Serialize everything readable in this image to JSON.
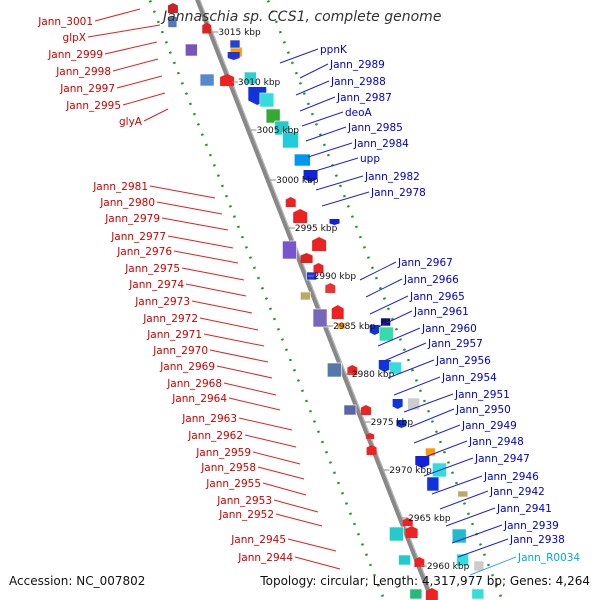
{
  "title": "Jannaschia sp. CCS1, complete genome",
  "footer": {
    "accession_label": "Accession:",
    "accession": "NC_007802",
    "topology_label": "Topology:",
    "topology": "circular",
    "length_label": "Length:",
    "length": "4,317,977 bp",
    "genes_label": "Genes:",
    "genes": "4,264"
  },
  "colors": {
    "red_label": "#cc0000",
    "blue_label": "#0000cc",
    "cyan_label": "#00aadd",
    "backbone": "#888888",
    "ruler_green": "#229922"
  },
  "kbp_ticks": [
    "3015 kbp",
    "3010 kbp",
    "3005 kbp",
    "3000 kbp",
    "2995 kbp",
    "2990 kbp",
    "2985 kbp",
    "2980 kbp",
    "2975 kbp",
    "2970 kbp",
    "2965 kbp",
    "2960 kbp"
  ],
  "left_labels": [
    "Jann_3001",
    "glpX",
    "Jann_2999",
    "Jann_2998",
    "Jann_2997",
    "Jann_2995",
    "glyA",
    "Jann_2981",
    "Jann_2980",
    "Jann_2979",
    "Jann_2977",
    "Jann_2976",
    "Jann_2975",
    "Jann_2974",
    "Jann_2973",
    "Jann_2972",
    "Jann_2971",
    "Jann_2970",
    "Jann_2969",
    "Jann_2968",
    "Jann_2964",
    "Jann_2963",
    "Jann_2962",
    "Jann_2959",
    "Jann_2958",
    "Jann_2955",
    "Jann_2953",
    "Jann_2952",
    "Jann_2945",
    "Jann_2944"
  ],
  "right_labels": [
    "ppnK",
    "Jann_2989",
    "Jann_2988",
    "Jann_2987",
    "deoA",
    "Jann_2985",
    "Jann_2984",
    "upp",
    "Jann_2982",
    "Jann_2978",
    "Jann_2967",
    "Jann_2966",
    "Jann_2965",
    "Jann_2961",
    "Jann_2960",
    "Jann_2957",
    "Jann_2956",
    "Jann_2954",
    "Jann_2951",
    "Jann_2950",
    "Jann_2949",
    "Jann_2948",
    "Jann_2947",
    "Jann_2946",
    "Jann_2942",
    "Jann_2941",
    "Jann_2939",
    "Jann_2938",
    "Jann_R0034"
  ]
}
